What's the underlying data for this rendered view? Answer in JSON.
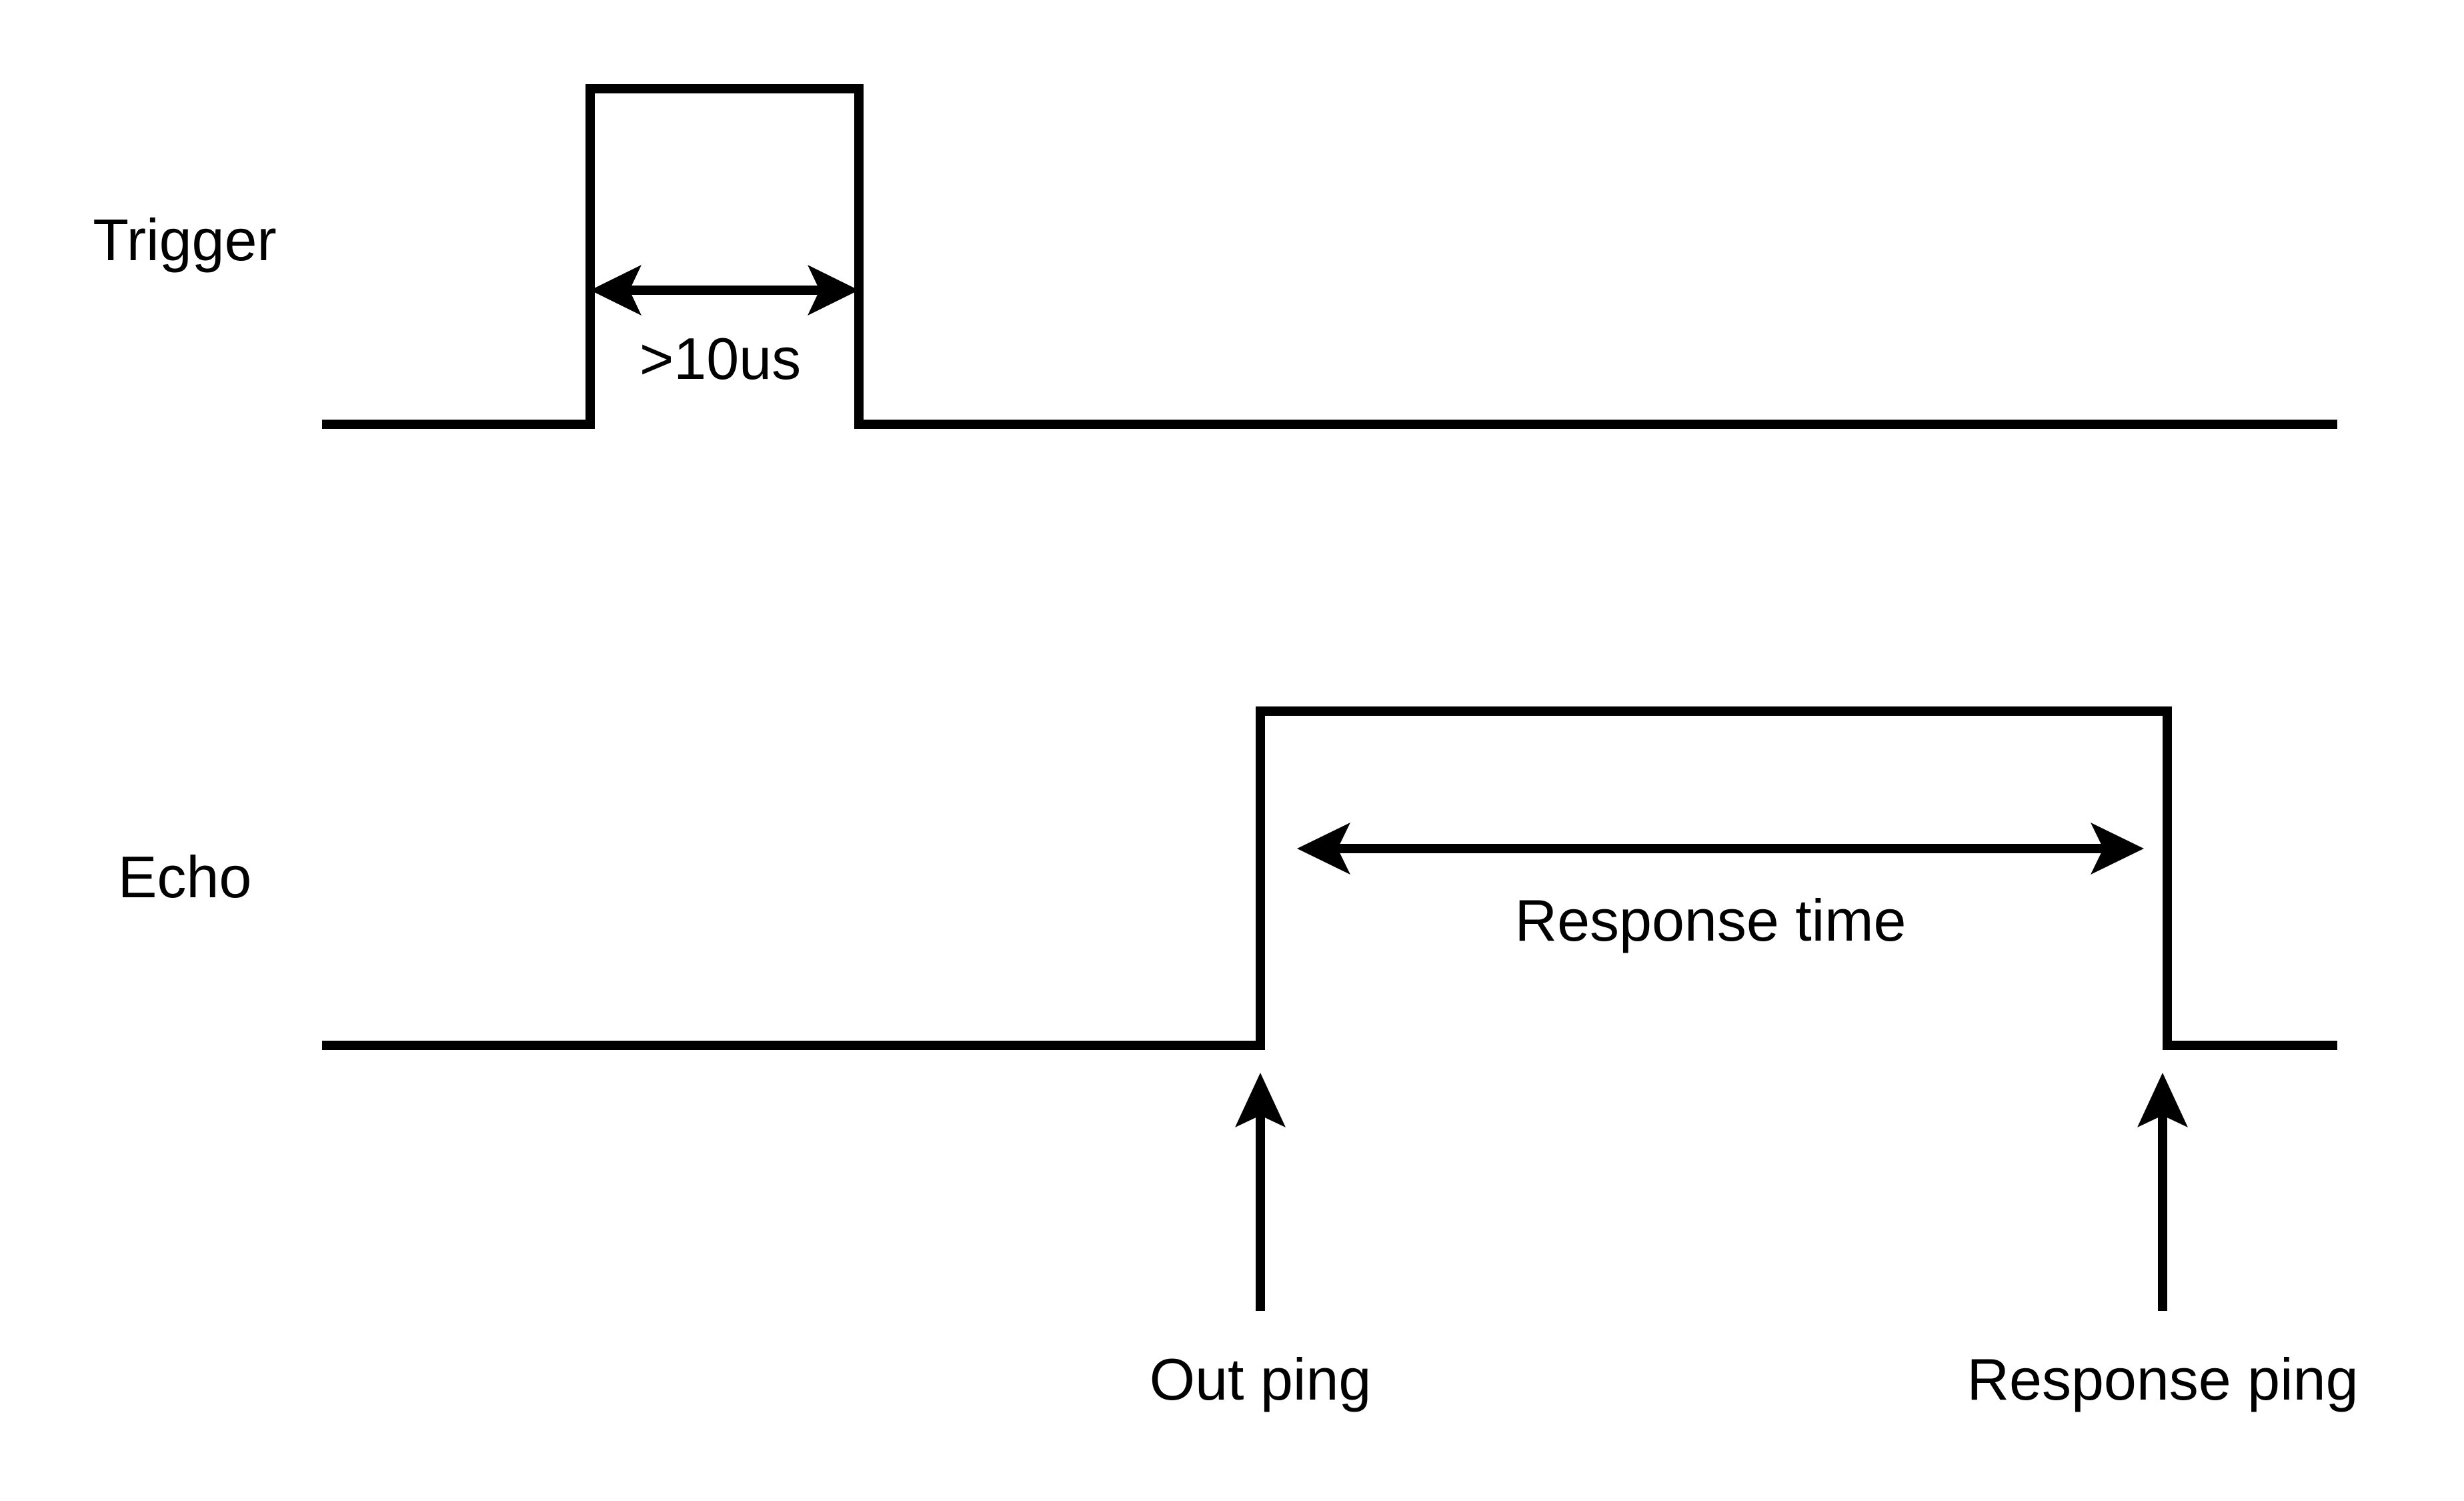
{
  "signals": {
    "trigger": {
      "label": "Trigger"
    },
    "echo": {
      "label": "Echo"
    }
  },
  "annotations": {
    "trigger_pulse_width": ">10us",
    "echo_duration": "Response time",
    "out_ping": "Out ping",
    "response_ping": "Response ping"
  },
  "colors": {
    "stroke": "#000000",
    "background": "#ffffff"
  }
}
